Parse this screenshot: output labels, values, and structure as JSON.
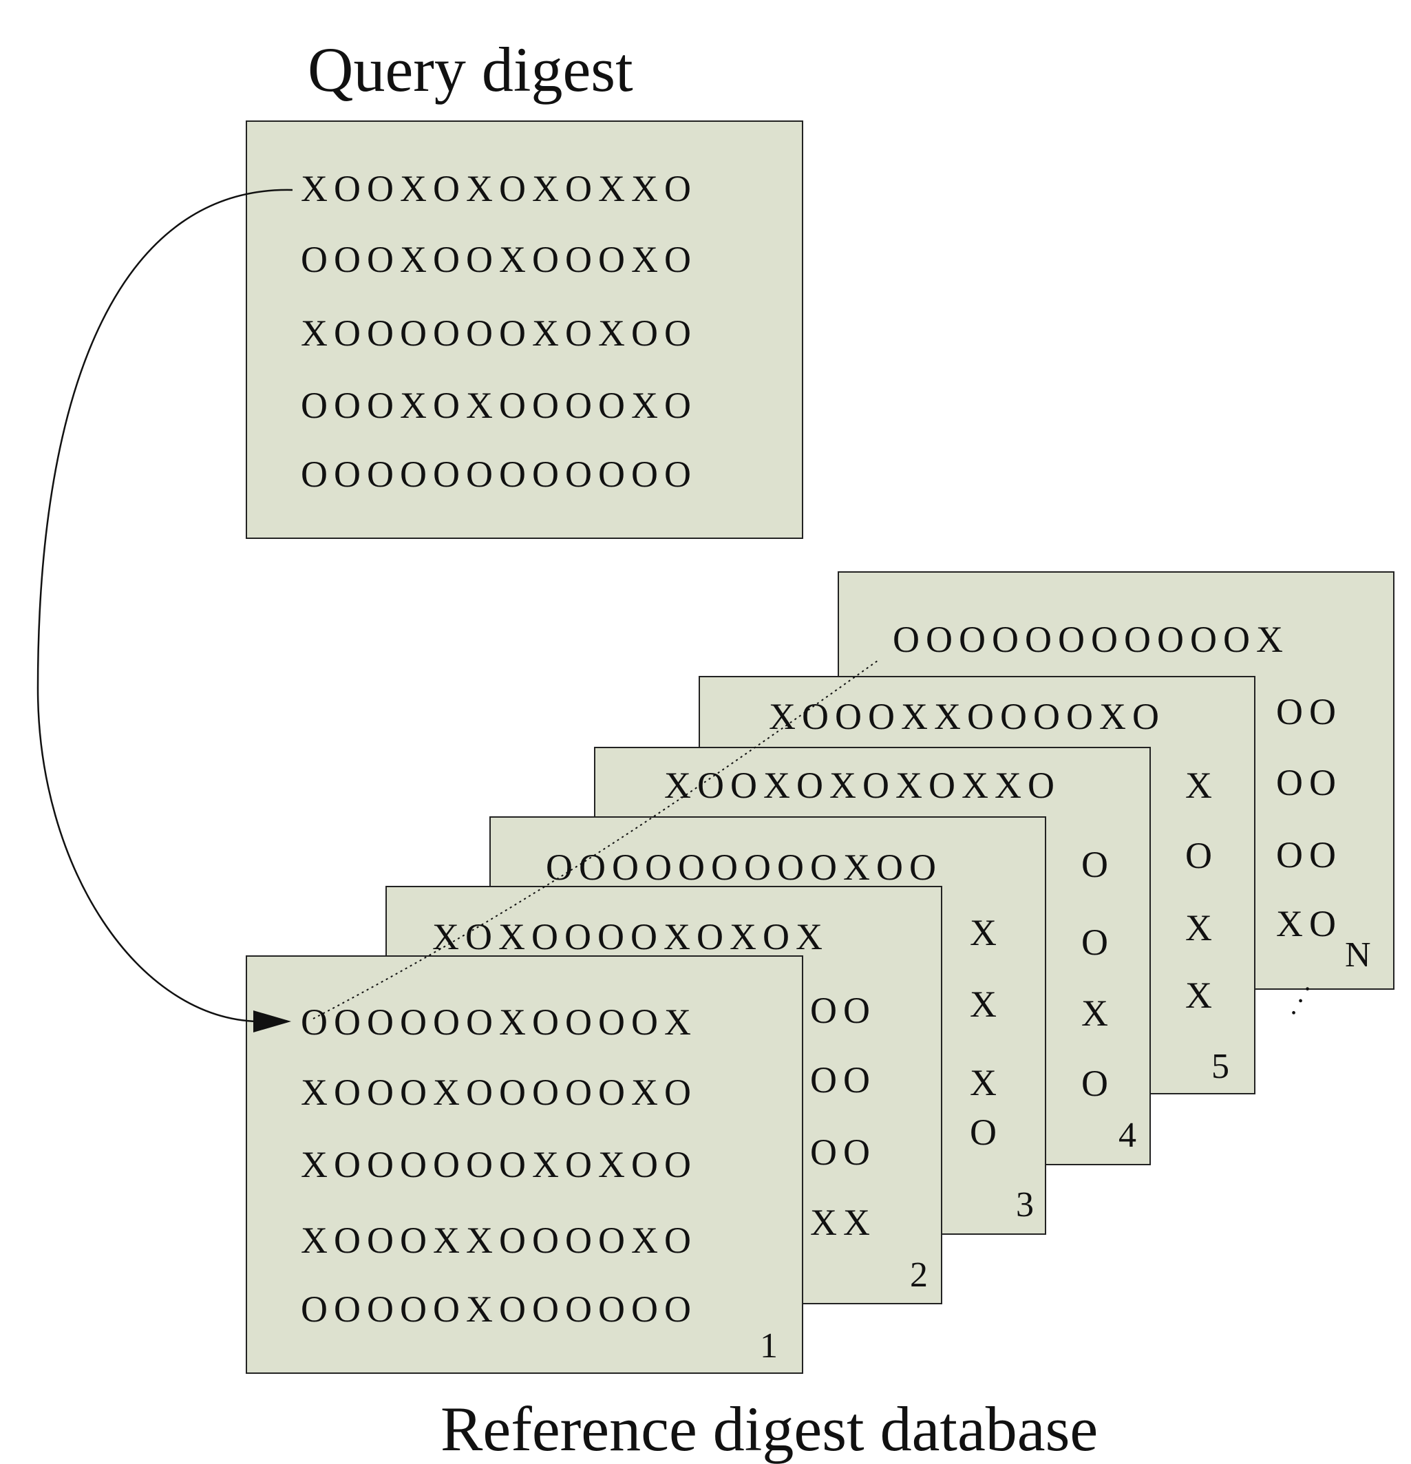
{
  "query": {
    "title": "Query digest",
    "rows": [
      "XOOXOXOXOXXO",
      "OOOXOOXOOOXO",
      "XOOOOOOXOXOO",
      "OOOXOXOOOOXO",
      "OOOOOOOOOOOO"
    ]
  },
  "reference": {
    "title": "Reference digest database",
    "card1": {
      "rows": [
        "OOOOOOXOOOOX",
        "XOOOXOOOOOXO",
        "XOOOOOOXOXOO",
        "XOOOXXOOOOXO",
        "OOOOOXOOOOOO"
      ],
      "index": "1"
    },
    "card2": {
      "row0": "XOXOOOOXOXOX",
      "tail": [
        "OO",
        "OO",
        "OO",
        "XX"
      ],
      "index": "2"
    },
    "card3": {
      "row0": "OOOOOOOOOXOO",
      "tail": [
        "X",
        "X",
        "X",
        "O"
      ],
      "index": "3"
    },
    "card4": {
      "row0": "XOOXOXOXOXXO",
      "tail": [
        "O",
        "O",
        "X",
        "O"
      ],
      "index": "4"
    },
    "card5": {
      "row0": "XOOOXXOOOOXO",
      "tail": [
        "X",
        "O",
        "X",
        "X"
      ],
      "index": "5"
    },
    "cardN": {
      "row0": "OOOOOOOOOOOX",
      "tail": [
        "OO",
        "OO",
        "OO",
        "XO"
      ],
      "index": "N"
    },
    "ellipsis": ". . ."
  }
}
